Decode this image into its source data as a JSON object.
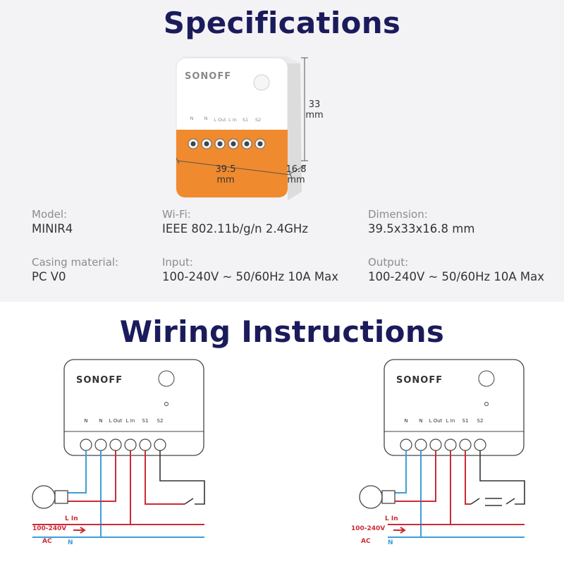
{
  "section_titles": {
    "specifications": "Specifications",
    "wiring": "Wiring Instructions"
  },
  "device": {
    "brand": "SONOFF",
    "terminals": [
      "N",
      "N",
      "L Out",
      "L In",
      "S1",
      "S2"
    ],
    "dim_height": "33",
    "dim_height_unit": "mm",
    "dim_width": "39.5",
    "dim_width_unit": "mm",
    "dim_depth": "16.8",
    "dim_depth_unit": "mm"
  },
  "specs": [
    {
      "label": "Model:",
      "value": "MINIR4"
    },
    {
      "label": "Wi-Fi:",
      "value": "IEEE 802.11b/g/n 2.4GHz"
    },
    {
      "label": "Dimension:",
      "value": "39.5x33x16.8 mm"
    },
    {
      "label": "Casing material:",
      "value": "PC V0"
    },
    {
      "label": "Input:",
      "value": "100-240V ~ 50/60Hz 10A Max"
    },
    {
      "label": "Output:",
      "value": "100-240V ~ 50/60Hz 10A Max"
    }
  ],
  "wiring": {
    "line_label": "L In",
    "neutral_label": "N",
    "supply_voltage": "100-240V",
    "supply_type": "AC"
  },
  "colors": {
    "title": "#1b1b5c",
    "orange": "#f08a2e",
    "live_wire": "#cc2b36",
    "neutral_wire": "#3b9fdb",
    "switch_wire": "#333333"
  }
}
